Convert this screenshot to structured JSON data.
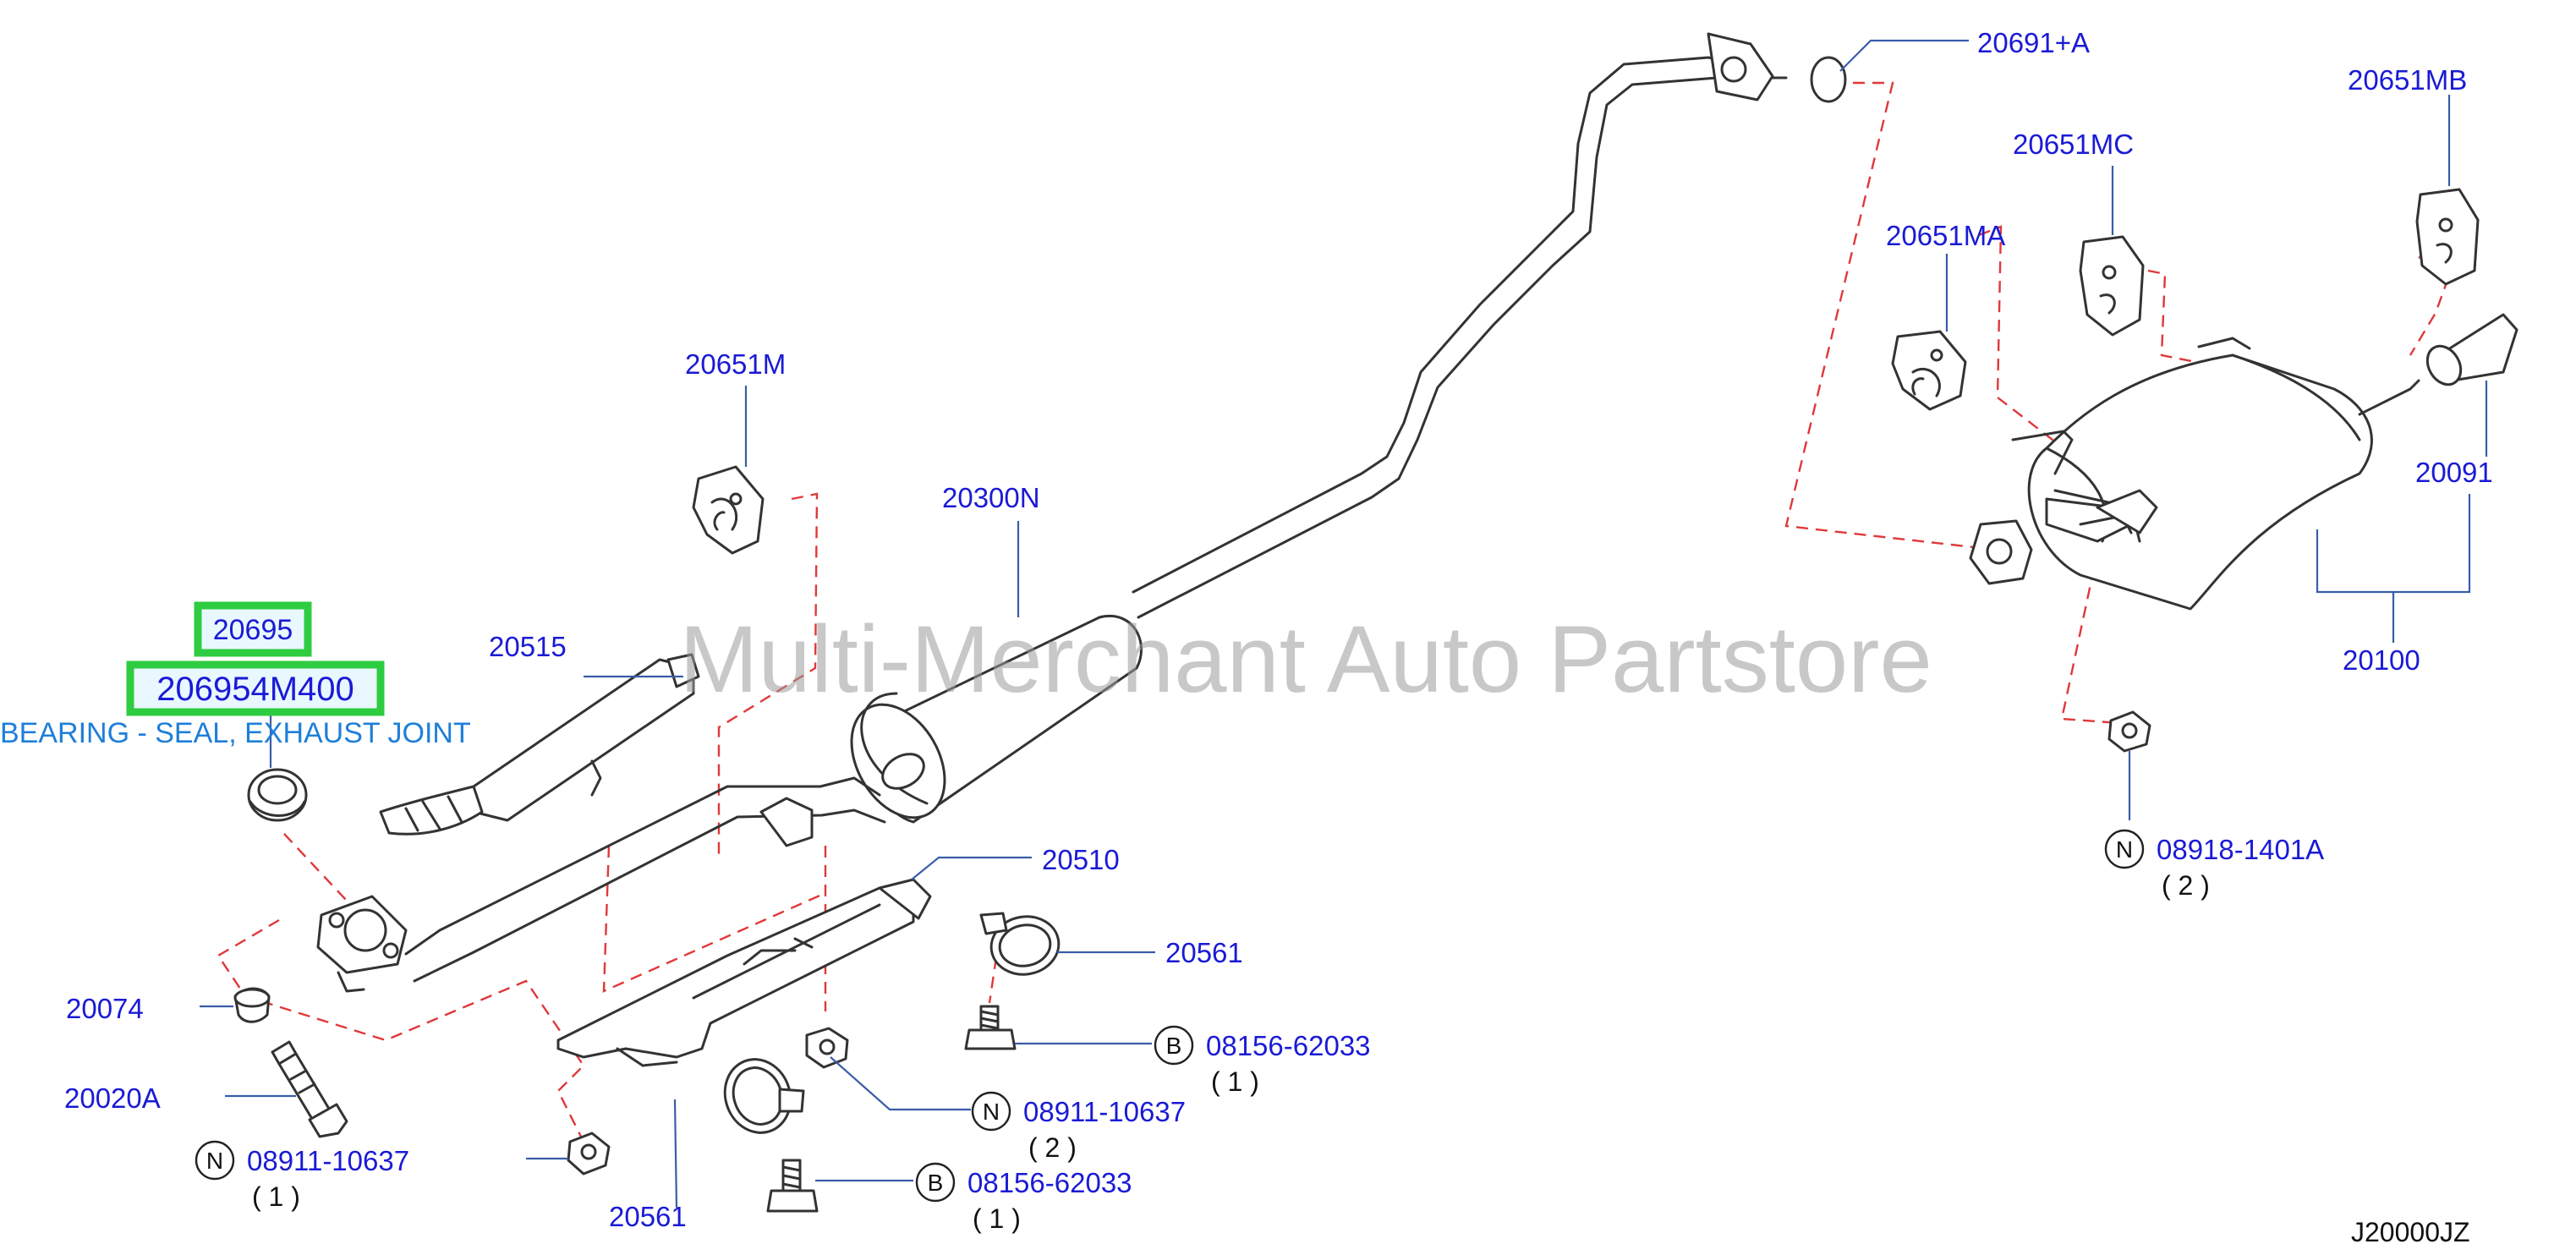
{
  "watermark": "Multi-Merchant Auto Partstore",
  "diagram_code": "J20000JZ",
  "highlight": {
    "part_number": "20695",
    "full_part_number": "206954M400",
    "description": "BEARING - SEAL, EXHAUST JOINT"
  },
  "callouts": {
    "p20691A": "20691+A",
    "p20651MB": "20651MB",
    "p20651MC": "20651MC",
    "p20651MA": "20651MA",
    "p20651M": "20651M",
    "p20300N": "20300N",
    "p20515": "20515",
    "p20091": "20091",
    "p20100": "20100",
    "p20510": "20510",
    "p20561a": "20561",
    "p20561b": "20561",
    "p20074": "20074",
    "p20020A": "20020A"
  },
  "fasteners": [
    {
      "badge": "N",
      "part": "08918-1401A",
      "qty": "( 2 )"
    },
    {
      "badge": "B",
      "part": "08156-62033",
      "qty": "( 1 )"
    },
    {
      "badge": "N",
      "part": "08911-10637",
      "qty": "( 2 )"
    },
    {
      "badge": "B",
      "part": "08156-62033",
      "qty": "( 1 )"
    },
    {
      "badge": "N",
      "part": "08911-10637",
      "qty": "( 1 )"
    }
  ],
  "colors": {
    "label_blue": "#1a1ad6",
    "highlight_green": "#2ecc40",
    "dash_red": "#e0383a",
    "watermark_gray": "#9a9a9a"
  }
}
